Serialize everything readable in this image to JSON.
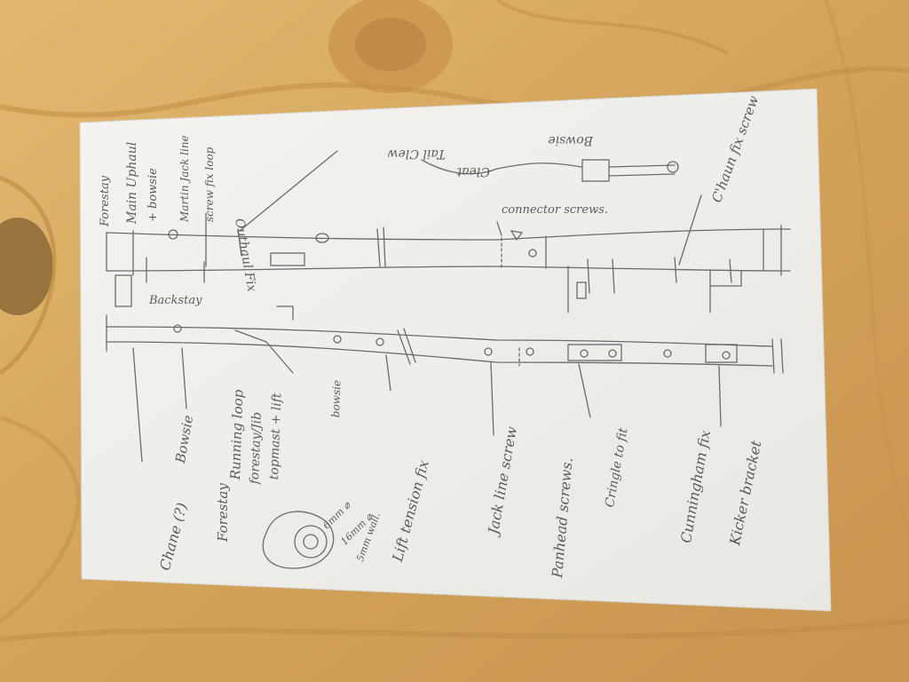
{
  "sketch": {
    "labels": {
      "forestay": "Forestay",
      "main_uphaul": "Main Uphaul",
      "bowsie_plus": "+ bowsie",
      "martin_jackline": "Martin Jack line",
      "screw_fix_loop": "screw fix loop",
      "outhaul_fix": "Outhaul Fix",
      "backstay": "Backstay",
      "connector_screws": "connector screws.",
      "bowsie_top": "Bowsie",
      "tail_clew": "Tail Clew",
      "cleat": "Cleat",
      "c_haun_fix_screw": "C'haun fix screw",
      "chane": "Chane (?)",
      "bowsie_left": "Bowsie",
      "forestay_left": "Forestay",
      "running_loop": "Running loop",
      "forestay_jib": "forestay/Jib",
      "topmast_lift": "topmast + lift",
      "bowsie_mid": "bowsie",
      "lift_tension_fix": "Lift tension fix",
      "jackline_screw": "Jack line screw",
      "panhead_screws": "Panhead screws.",
      "cringle_to_fit": "Cringle to fit",
      "cunningham_fix": "Cunningham fix",
      "kicker_bracket": "Kicker bracket",
      "dim_6mm": "6mm ⌀",
      "dim_16mm": "16mm ⌀",
      "dim_5mm_wall": "5mm wall."
    },
    "colors": {
      "paper": "#f2f1ee",
      "pencil": "#5b5b5b",
      "wood": "#d9ac5f"
    }
  }
}
